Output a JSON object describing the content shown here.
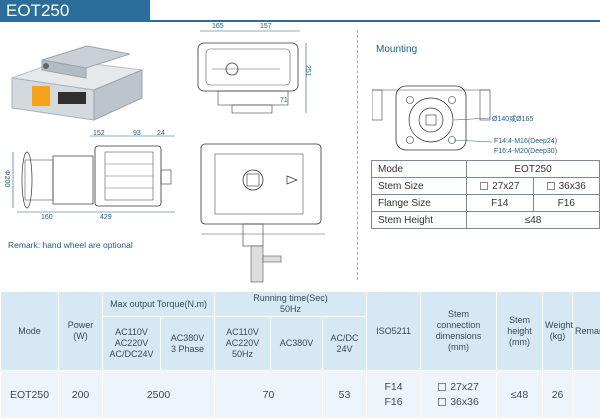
{
  "header": {
    "title": "EOT250"
  },
  "drawings": {
    "top_dims": [
      "165",
      "157"
    ],
    "side_dim": "251",
    "side_dim_small": "71",
    "left_dims": [
      "152",
      "93",
      "24",
      "429",
      "160"
    ],
    "left_dim_dia": "Φ200"
  },
  "remark": "Remark: hand wheel are optional",
  "mounting": {
    "title": "Mounting",
    "notes": [
      "Ø140或Ø165",
      "F14:4-M16(Deep24)",
      "F16:4-M20(Deep30)"
    ],
    "table": {
      "mode_label": "Mode",
      "mode_value": "EOT250",
      "stem_size_label": "Stem Size",
      "stem_sizes": [
        "27x27",
        "36x36"
      ],
      "flange_label": "Flange Size",
      "flanges": [
        "F14",
        "F16"
      ],
      "stem_height_label": "Stem Height",
      "stem_height": "≤48"
    }
  },
  "spec_table": {
    "headers": {
      "mode": "Mode",
      "power": "Power\n(W)",
      "torque": "Max output Torque(N.m)",
      "torque_ac110": "AC110V\nAC220V\nAC/DC24V",
      "torque_ac380": "AC380V\n3 Phase",
      "running": "Running time(Sec)\n50Hz",
      "run_ac110": "AC110V\nAC220V\n50Hz",
      "run_ac380": "AC380V",
      "run_acdc": "AC/DC\n24V",
      "iso": "ISO5211",
      "stem_conn": "Stem\nconnection\ndimensions\n(mm)",
      "stem_height": "Stem\nheight\n(mm)",
      "weight": "Weight\n(kg)",
      "remark": "Remark"
    },
    "row": {
      "mode": "EOT250",
      "power": "200",
      "torque": "2500",
      "running": "70",
      "run_acdc": "53",
      "iso": [
        "F14",
        "F16"
      ],
      "stem_conn": [
        "27x27",
        "36x36"
      ],
      "stem_height": "≤48",
      "weight": "26",
      "remark": ""
    }
  }
}
